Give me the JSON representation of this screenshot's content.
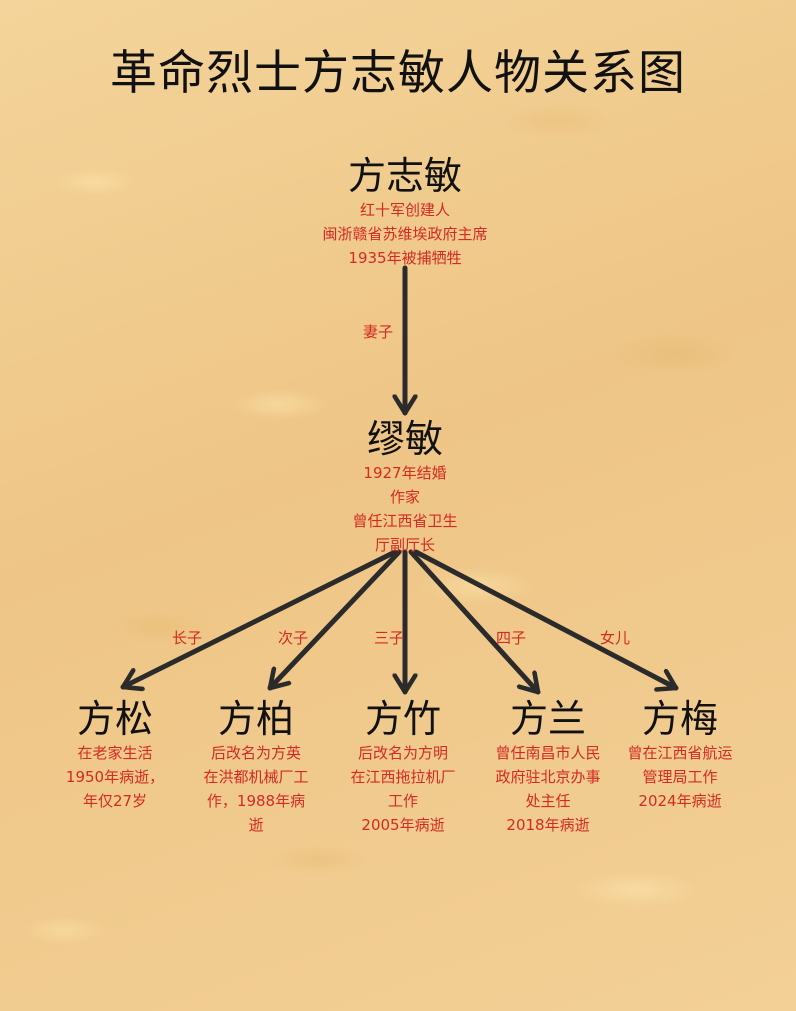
{
  "title": "革命烈士方志敏人物关系图",
  "colors": {
    "background": "#f2cf92",
    "name_text": "#111111",
    "desc_text": "#d42a22",
    "arrow": "#2b2b2b"
  },
  "root": {
    "name": "方志敏",
    "desc": [
      "红十军创建人",
      "闽浙赣省苏维埃政府主席",
      "1935年被捕牺牲"
    ]
  },
  "spouse": {
    "relation": "妻子",
    "name": "缪敏",
    "desc": [
      "1927年结婚",
      "作家",
      "曾任江西省卫生",
      "厅副厅长"
    ]
  },
  "children": [
    {
      "relation": "长子",
      "name": "方松",
      "desc": [
        "在老家生活",
        "1950年病逝，",
        "年仅27岁"
      ]
    },
    {
      "relation": "次子",
      "name": "方柏",
      "desc": [
        "后改名为方英",
        "在洪都机械厂工",
        "作，1988年病",
        "逝"
      ]
    },
    {
      "relation": "三子",
      "name": "方竹",
      "desc": [
        "后改名为方明",
        "在江西拖拉机厂",
        "工作",
        "2005年病逝"
      ]
    },
    {
      "relation": "四子",
      "name": "方兰",
      "desc": [
        "曾任南昌市人民",
        "政府驻北京办事",
        "处主任",
        "2018年病逝"
      ]
    },
    {
      "relation": "女儿",
      "name": "方梅",
      "desc": [
        "曾在江西省航运",
        "管理局工作",
        "2024年病逝"
      ]
    }
  ]
}
